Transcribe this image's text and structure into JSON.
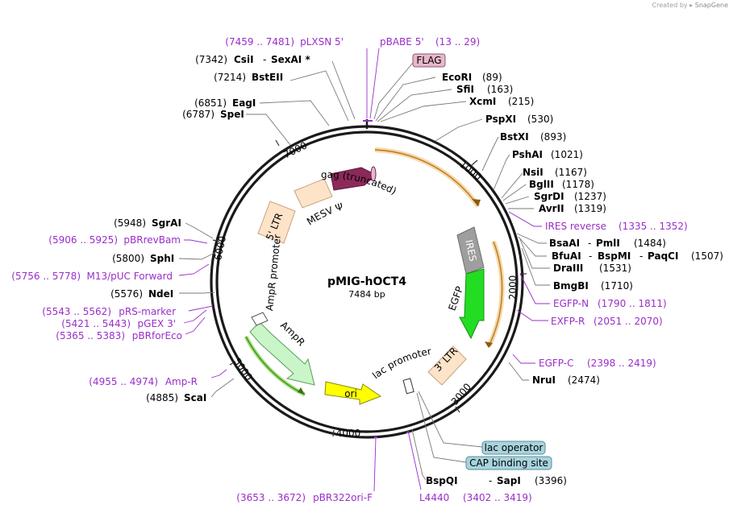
{
  "credit": {
    "prefix": "Created by",
    "brand": "SnapGene"
  },
  "plasmid": {
    "name": "pMIG-hOCT4",
    "length": "7484 bp"
  },
  "ruler": [
    "1000",
    "2000",
    "3000",
    "4000",
    "5000",
    "6000",
    "7000"
  ],
  "features": {
    "flag": "FLAG",
    "gag": "gag (truncated)",
    "mesv": "MESV Ψ",
    "ltr5": "5' LTR",
    "ires": "IRES",
    "egfp": "EGFP",
    "ltr3": "3' LTR",
    "lac_promoter": "lac promoter",
    "ori": "ori",
    "ampr": "AmpR",
    "ampr_promoter": "AmpR promoter",
    "lac_operator": "lac operator",
    "cap_site": "CAP binding site"
  },
  "primers": {
    "plxsn": {
      "coords": "(7459 .. 7481)",
      "name": "pLXSN 5'"
    },
    "pbabe": {
      "name": "pBABE 5'",
      "coords": "(13 .. 29)"
    },
    "ires_rev": {
      "name": "IRES reverse",
      "coords": "(1335 .. 1352)"
    },
    "egfp_n": {
      "name": "EGFP-N",
      "coords": "(1790 .. 1811)"
    },
    "exfp_r": {
      "name": "EXFP-R",
      "coords": "(2051 .. 2070)"
    },
    "egfp_c": {
      "name": "EGFP-C",
      "coords": "(2398 .. 2419)"
    },
    "l4440": {
      "name": "L4440",
      "coords": "(3402 .. 3419)"
    },
    "pbr322": {
      "coords": "(3653 .. 3672)",
      "name": "pBR322ori-F"
    },
    "ampr_p": {
      "coords": "(4955 .. 4974)",
      "name": "Amp-R"
    },
    "pbrforeco": {
      "coords": "(5365 .. 5383)",
      "name": "pBRforEco"
    },
    "pgex3": {
      "coords": "(5421 .. 5443)",
      "name": "pGEX 3'"
    },
    "prs": {
      "coords": "(5543 .. 5562)",
      "name": "pRS-marker"
    },
    "m13": {
      "coords": "(5756 .. 5778)",
      "name": "M13/pUC Forward"
    },
    "pbrrevbam": {
      "coords": "(5906 .. 5925)",
      "name": "pBRrevBam"
    }
  },
  "enzymes": {
    "csii": {
      "pos": "(7342)",
      "name": "CsiI",
      "sep": "-",
      "name2": "SexAI *"
    },
    "bsteii": {
      "pos": "(7214)",
      "name": "BstEII"
    },
    "eagi": {
      "pos": "(6851)",
      "name": "EagI"
    },
    "spei": {
      "pos": "(6787)",
      "name": "SpeI"
    },
    "ecori": {
      "name": "EcoRI",
      "pos": "(89)"
    },
    "sfii": {
      "name": "SfiI",
      "pos": "(163)"
    },
    "xcmi": {
      "name": "XcmI",
      "pos": "(215)"
    },
    "pspxi": {
      "name": "PspXI",
      "pos": "(530)"
    },
    "bstxi": {
      "name": "BstXI",
      "pos": "(893)"
    },
    "pshai": {
      "name": "PshAI",
      "pos": "(1021)"
    },
    "nsii": {
      "name": "NsiI",
      "pos": "(1167)"
    },
    "bglii": {
      "name": "BglII",
      "pos": "(1178)"
    },
    "sgrdi": {
      "name": "SgrDI",
      "pos": "(1237)"
    },
    "avrii": {
      "name": "AvrII",
      "pos": "(1319)"
    },
    "bsaai": {
      "name": "BsaAI",
      "sep": "-",
      "name2": "PmlI",
      "pos": "(1484)"
    },
    "bfuai": {
      "name": "BfuAI",
      "sep": "-",
      "name2": "BspMI",
      "sep2": "-",
      "name3": "PaqCI",
      "pos": "(1507)"
    },
    "draiii": {
      "name": "DraIII",
      "pos": "(1531)"
    },
    "bmgbi": {
      "name": "BmgBI",
      "pos": "(1710)"
    },
    "nrui": {
      "name": "NruI",
      "pos": "(2474)"
    },
    "bspqi": {
      "name": "BspQI",
      "sep": "-",
      "name2": "SapI",
      "pos": "(3396)"
    },
    "sgrai": {
      "pos": "(5948)",
      "name": "SgrAI"
    },
    "sphi": {
      "pos": "(5800)",
      "name": "SphI"
    },
    "ndei": {
      "pos": "(5576)",
      "name": "NdeI"
    },
    "scai": {
      "pos": "(4885)",
      "name": "ScaI"
    }
  },
  "colors": {
    "backbone": "#1a1a1a",
    "primer": "#9a2ec9",
    "ltr": "#fde3c8",
    "gag": "#8b2a5a",
    "ires": "#9e9e9e",
    "egfp": "#22dd22",
    "ori": "#ffff00",
    "ampr": "#c9f5c9",
    "flag": "#e8b7cc",
    "lac_box": "#a8d4de",
    "orf_stripe": "#f2b45c"
  }
}
